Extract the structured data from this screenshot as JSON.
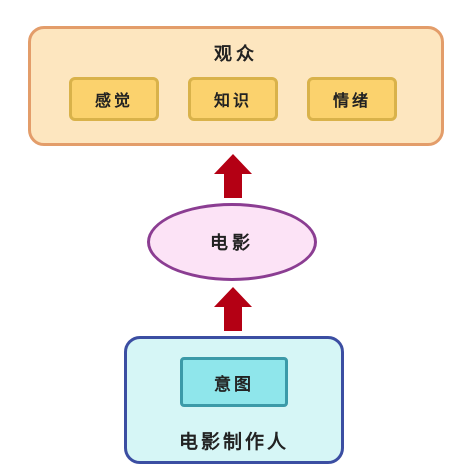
{
  "audience": {
    "title": "观众",
    "items": [
      {
        "label": "感觉"
      },
      {
        "label": "知识"
      },
      {
        "label": "情绪"
      }
    ]
  },
  "film": {
    "label": "电影"
  },
  "filmmaker": {
    "label": "电影制作人",
    "intent": "意图"
  },
  "colors": {
    "audience_fill": "#fde6bf",
    "audience_border": "#e39d6a",
    "chip_fill": "#fbd26d",
    "film_fill": "#fce3f6",
    "film_border": "#8b3d92",
    "filmmaker_fill": "#d6f6f6",
    "filmmaker_border": "#3b4ea2",
    "intent_fill": "#8fe6eb",
    "arrow": "#b40014"
  }
}
